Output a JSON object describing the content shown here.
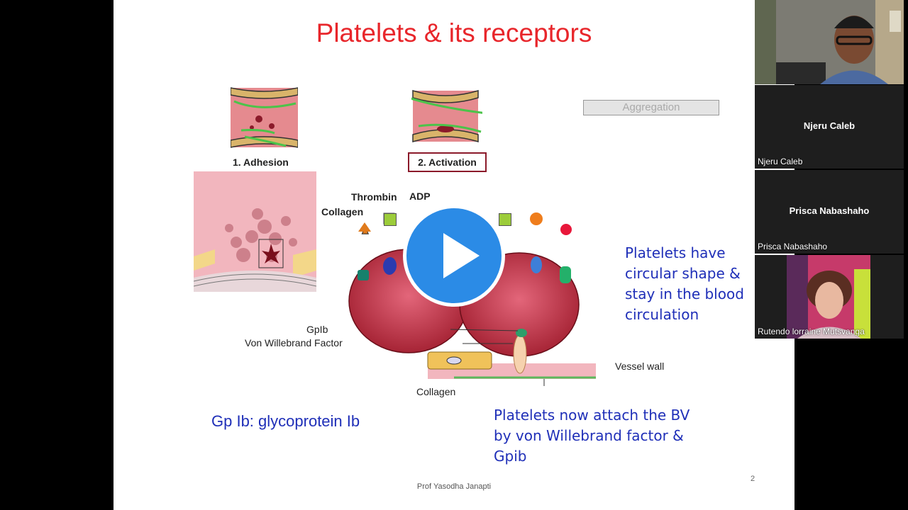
{
  "slide": {
    "title": "Platelets & its receptors",
    "aggregation_label": "Aggregation",
    "step1_label": "1. Adhesion",
    "step2_label": "2. Activation",
    "labels": {
      "thrombin": "Thrombin",
      "adp": "ADP",
      "collagen_top": "Collagen",
      "gpib": "GpIb",
      "vwf": "Von Willebrand Factor",
      "vessel_wall": "Vessel wall",
      "collagen_bottom": "Collagen"
    },
    "note_right": [
      "Platelets have",
      "circular shape &",
      "stay in the blood",
      "circulation"
    ],
    "note_gp": "Gp Ib: glycoprotein Ib",
    "note_bottom": [
      "Platelets now attach the BV",
      "by von Willebrand factor &",
      "Gpib"
    ],
    "footer": "Prof Yasodha Janapti",
    "page_number": "2"
  },
  "participants": [
    {
      "name": "",
      "video": true
    },
    {
      "name": "Njeru Caleb",
      "display": "Njeru Caleb"
    },
    {
      "name": "Prisca Nabashaho",
      "display": "Prisca Nabashaho"
    },
    {
      "name": "Rutendo lorraine Mutsvanga",
      "video": true
    }
  ],
  "player": {
    "icon": "play-icon"
  },
  "colors": {
    "title": "#e8262b",
    "note_text": "#1f2fb8",
    "platelet": "#a11e2f",
    "play_button": "#2b8be6"
  }
}
